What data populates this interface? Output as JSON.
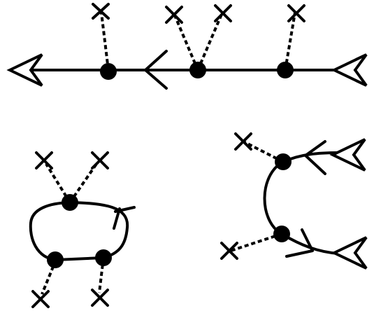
{
  "diagrams": [
    {
      "id": "top",
      "description_none": ""
    },
    {
      "id": "bottom-left"
    },
    {
      "id": "bottom-right"
    }
  ],
  "colors": {
    "stroke": "#000000",
    "background": "#ffffff"
  },
  "icons": [
    "cross-icon",
    "open-arrow-head-icon",
    "propagator-arrow-icon"
  ]
}
